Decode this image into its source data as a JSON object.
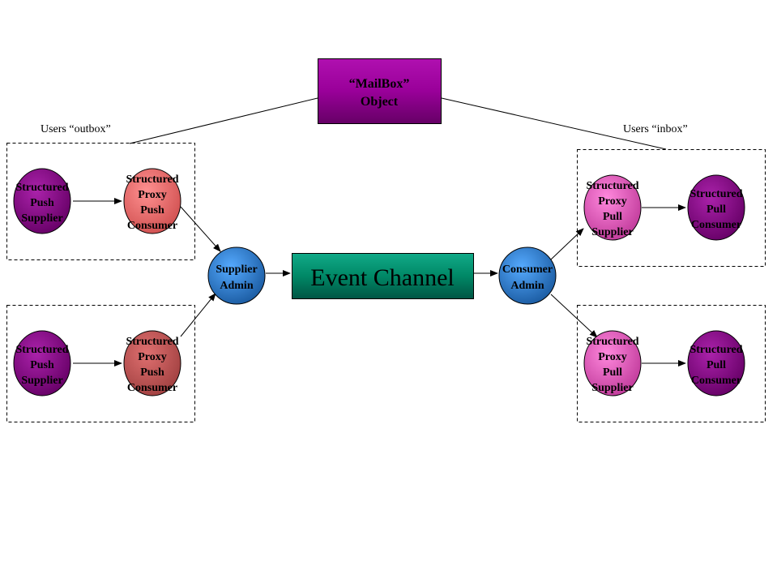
{
  "mailbox": {
    "line1": "“MailBox”",
    "line2": "Object"
  },
  "outbox_label": "Users “outbox”",
  "inbox_label": "Users “inbox”",
  "event_channel": "Event Channel",
  "supplier_admin": {
    "line1": "Supplier",
    "line2": "Admin"
  },
  "consumer_admin": {
    "line1": "Consumer",
    "line2": "Admin"
  },
  "push_supplier": {
    "line1": "Structured",
    "line2": "Push",
    "line3": "Supplier"
  },
  "proxy_push_consumer": {
    "line1": "Structured",
    "line2": "Proxy",
    "line3": "Push",
    "line4": "Consumer"
  },
  "proxy_pull_supplier": {
    "line1": "Structured",
    "line2": "Proxy",
    "line3": "Pull",
    "line4": "Supplier"
  },
  "pull_consumer": {
    "line1": "Structured",
    "line2": "Pull",
    "line3": "Consumer"
  },
  "colors": {
    "mailbox": "#990099",
    "push_supplier": "#8b108b",
    "proxy_push_consumer_top": "#f08080",
    "proxy_push_consumer_bottom": "#d06868",
    "proxy_pull_supplier": "#e862c0",
    "pull_consumer": "#8b108b",
    "admin": "#3388dd",
    "channel": "#008866"
  }
}
